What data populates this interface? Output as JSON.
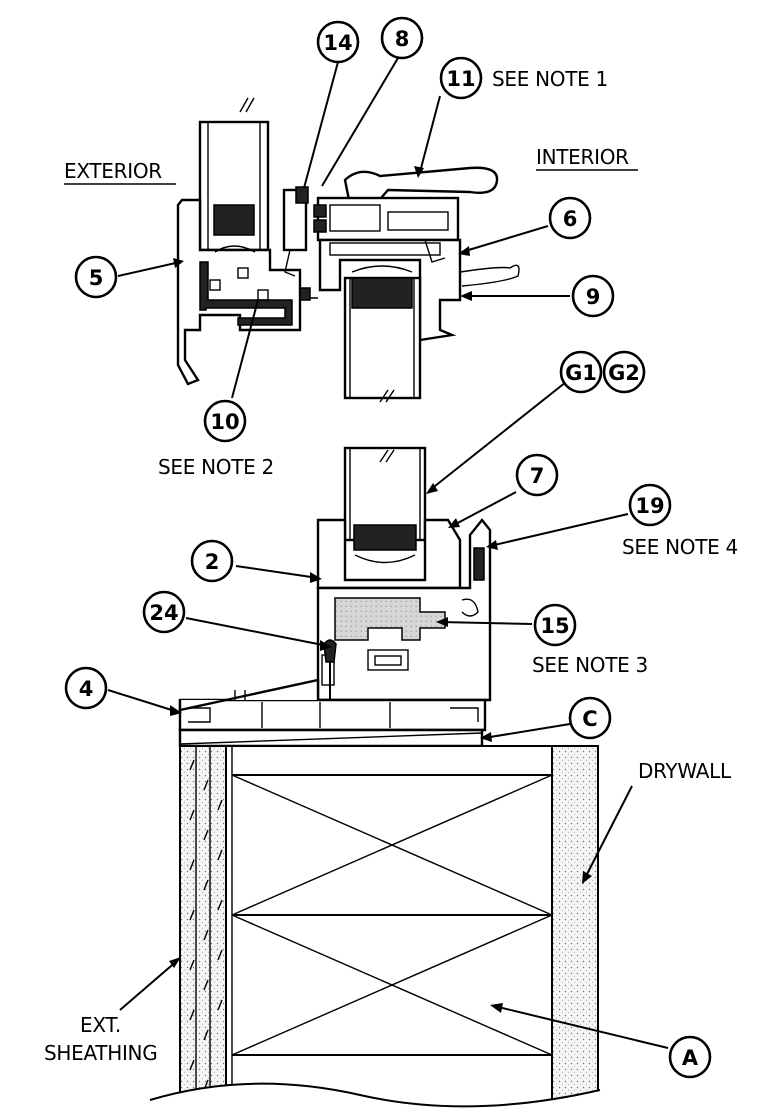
{
  "labels": {
    "exterior": "EXTERIOR",
    "interior": "INTERIOR",
    "see_note_1": "SEE NOTE 1",
    "see_note_2": "SEE NOTE 2",
    "see_note_3": "SEE NOTE 3",
    "see_note_4": "SEE NOTE 4",
    "drywall": "DRYWALL",
    "ext_line1": "EXT.",
    "ext_line2": "SHEATHING"
  },
  "callouts": {
    "c14": "14",
    "c8": "8",
    "c11": "11",
    "c6": "6",
    "c5": "5",
    "c9": "9",
    "c10": "10",
    "cG1": "G1",
    "cG2": "G2",
    "c7": "7",
    "c19": "19",
    "c2": "2",
    "c24": "24",
    "c15": "15",
    "c4": "4",
    "cC": "C",
    "cA": "A"
  },
  "colors": {
    "line": "#000000",
    "sheathing": "#e6e6e6",
    "drywall": "#dcdcdc",
    "foam": "#cfcfcf"
  }
}
